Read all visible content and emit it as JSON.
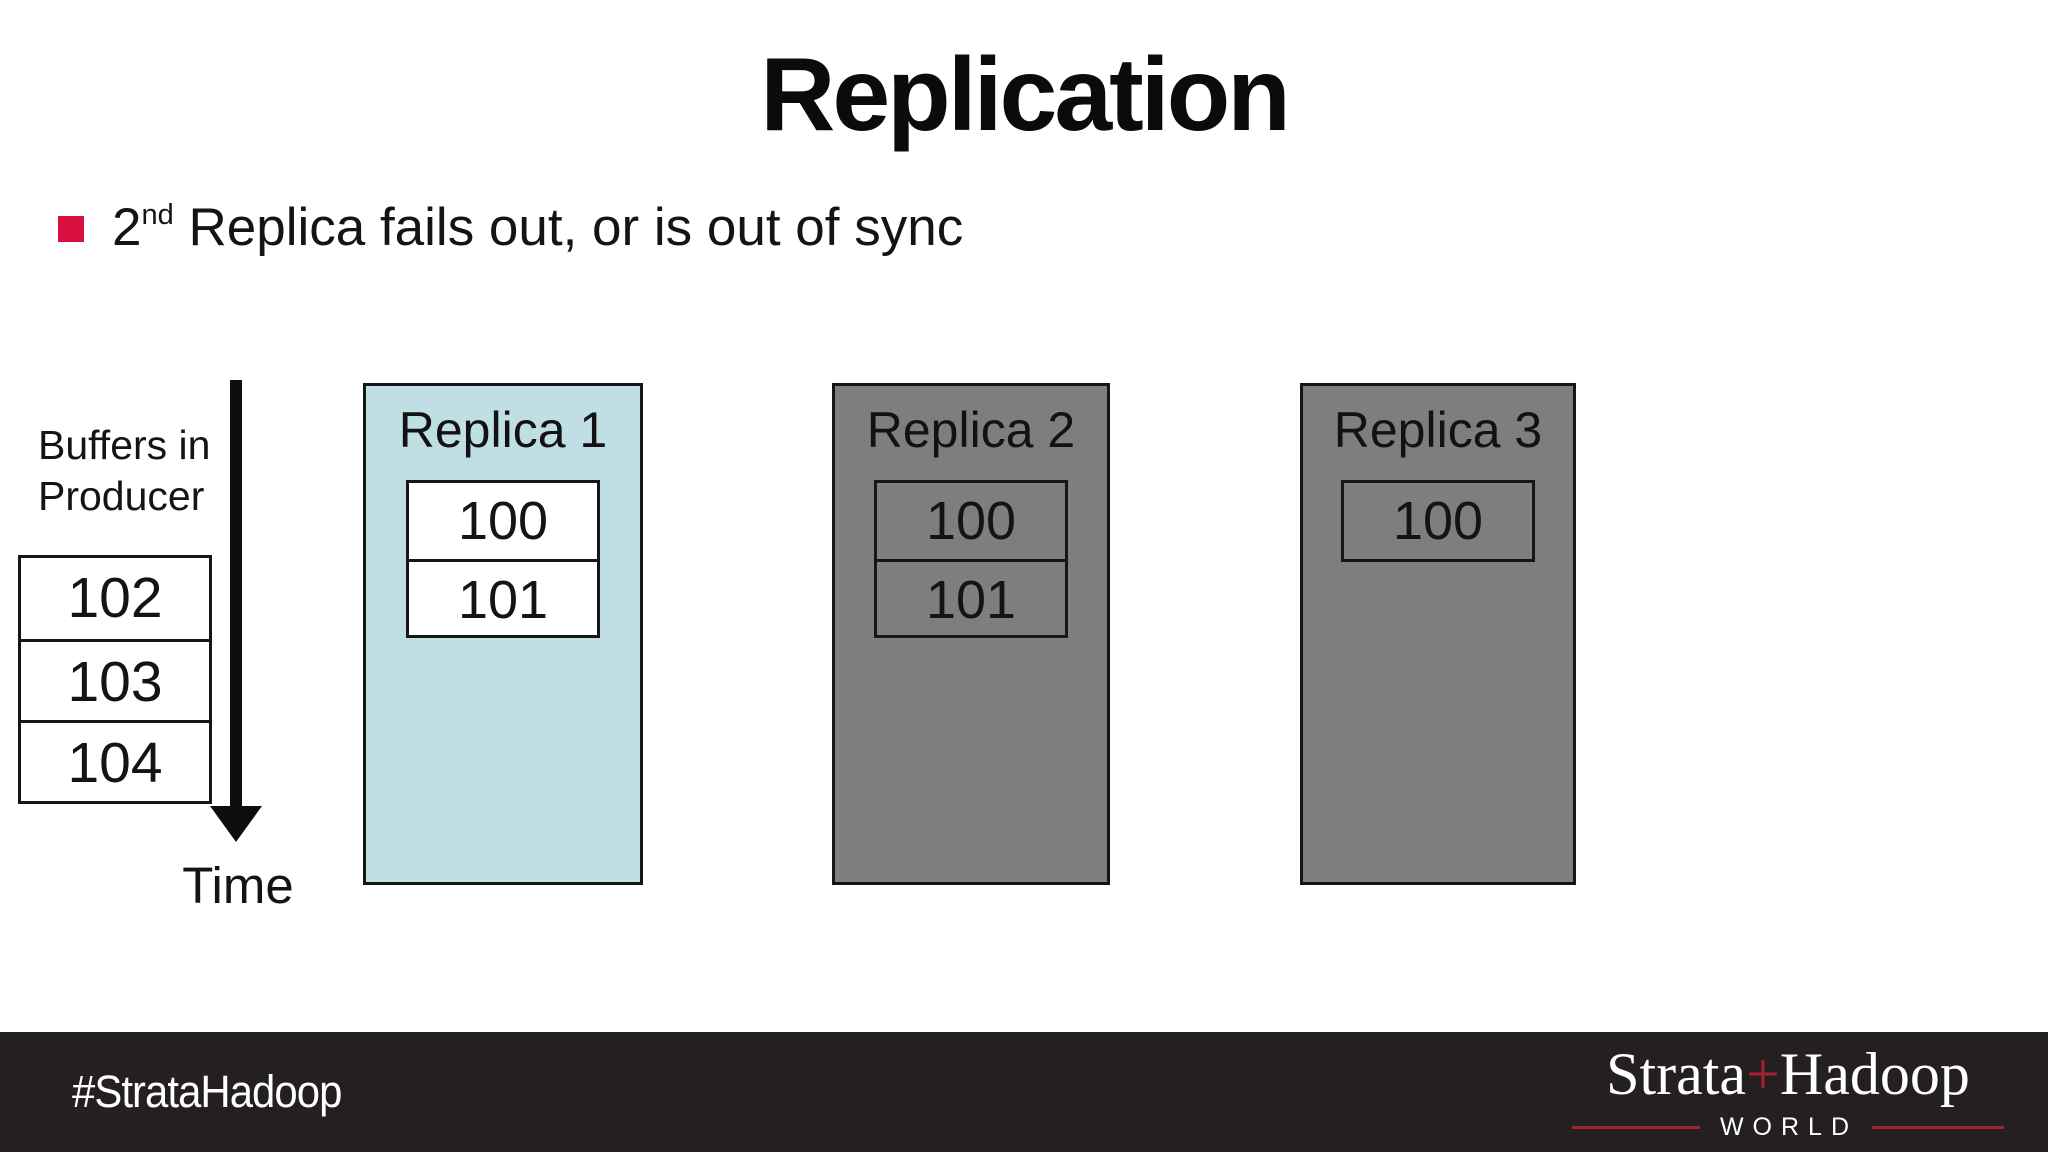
{
  "colors": {
    "bullet_red": "#d8103f",
    "replica_highlight": "#bfdfe4",
    "replica_gray": "#7f7d7f",
    "footer_bg": "#242021",
    "logo_red": "#a81e33"
  },
  "slide": {
    "title": "Replication",
    "bullet": {
      "number": "2",
      "superscript": "nd",
      "text": " Replica fails out, or is out of sync"
    }
  },
  "diagram": {
    "producer_label": [
      "Buffers in",
      "Producer"
    ],
    "producer_buffers": [
      "102",
      "103",
      "104"
    ],
    "time_label": "Time",
    "replicas": [
      {
        "name": "Replica 1",
        "messages": [
          "100",
          "101"
        ],
        "highlighted": true
      },
      {
        "name": "Replica 2",
        "messages": [
          "100",
          "101"
        ],
        "highlighted": false
      },
      {
        "name": "Replica 3",
        "messages": [
          "100"
        ],
        "highlighted": false
      }
    ]
  },
  "footer": {
    "hashtag": "#StrataHadoop",
    "logo": {
      "strata": "Strata",
      "plus": "+",
      "hadoop": "Hadoop",
      "world": "WORLD"
    }
  }
}
